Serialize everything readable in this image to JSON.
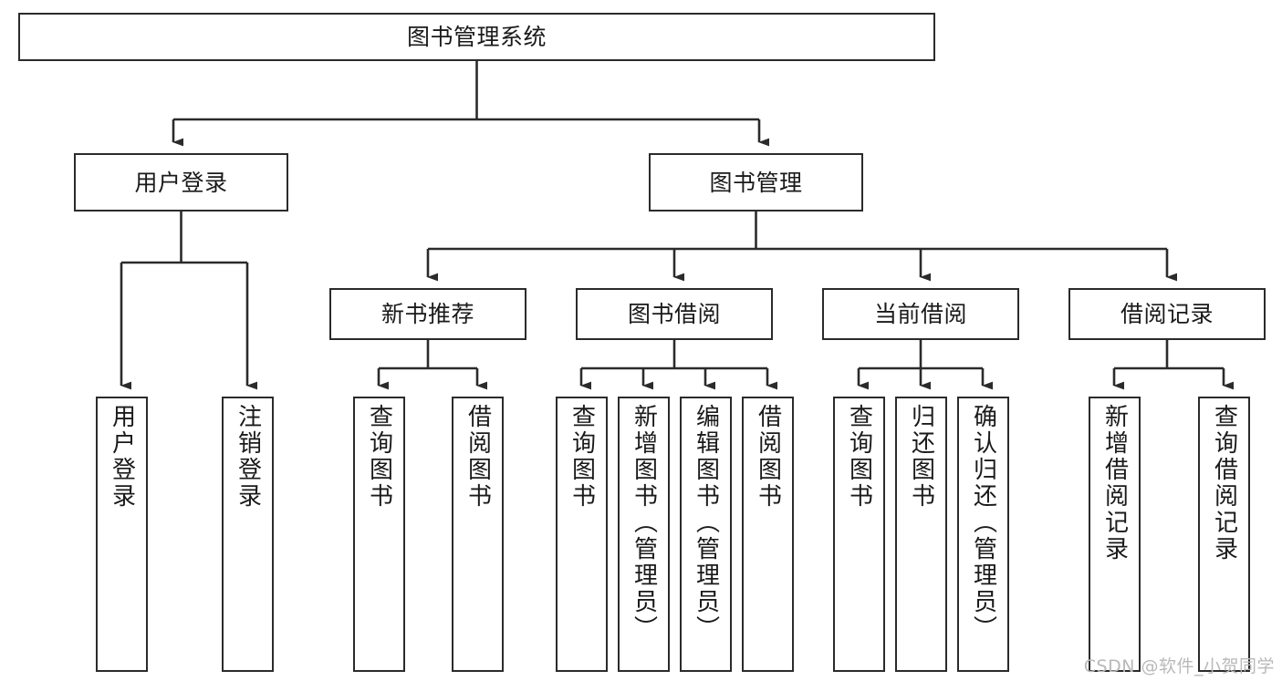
{
  "diagram": {
    "title": "图书管理系统",
    "watermark": "CSDN @软件_小贺同学",
    "colors": {
      "stroke": "#2b2b2b",
      "fill": "#ffffff",
      "text": "#1a1a1a",
      "watermark": "#b9b9b9"
    },
    "root": {
      "label": "图书管理系统"
    },
    "level2": [
      {
        "label": "用户登录"
      },
      {
        "label": "图书管理"
      }
    ],
    "level3": [
      {
        "label": "新书推荐"
      },
      {
        "label": "图书借阅"
      },
      {
        "label": "当前借阅"
      },
      {
        "label": "借阅记录"
      }
    ],
    "leaves": {
      "user_login": [
        {
          "label": "用户登录"
        },
        {
          "label": "注销登录"
        }
      ],
      "new_book_recommend": [
        {
          "label": "查询图书"
        },
        {
          "label": "借阅图书"
        }
      ],
      "book_borrow": [
        {
          "label": "查询图书"
        },
        {
          "label": "新增图书（管理员）"
        },
        {
          "label": "编辑图书（管理员）"
        },
        {
          "label": "借阅图书"
        }
      ],
      "current_borrow": [
        {
          "label": "查询图书"
        },
        {
          "label": "归还图书"
        },
        {
          "label": "确认归还（管理员）"
        }
      ],
      "borrow_records": [
        {
          "label": "新增借阅记录"
        },
        {
          "label": "查询借阅记录"
        }
      ]
    }
  }
}
